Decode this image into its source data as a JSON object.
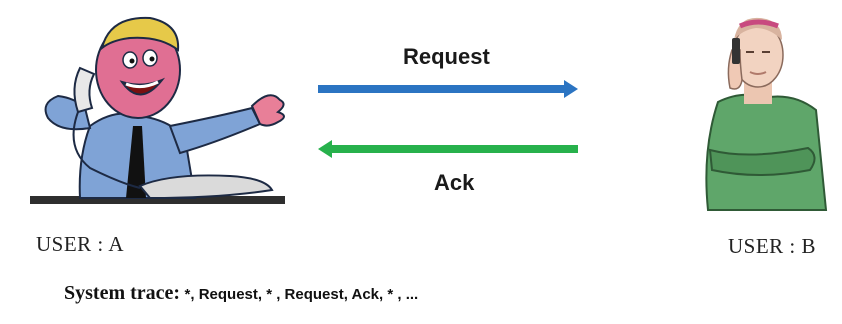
{
  "diagram": {
    "request_label": "Request",
    "ack_label": "Ack",
    "request_color": "#2b74c2",
    "ack_color": "#27b14c"
  },
  "users": {
    "a": {
      "label": "USER : A",
      "icon": "cartoon-man-on-phone-icon"
    },
    "b": {
      "label": "USER : B",
      "icon": "man-on-mobile-phone-icon"
    }
  },
  "trace": {
    "label": "System trace:",
    "value": "*, Request, * , Request, Ack, * , ..."
  }
}
